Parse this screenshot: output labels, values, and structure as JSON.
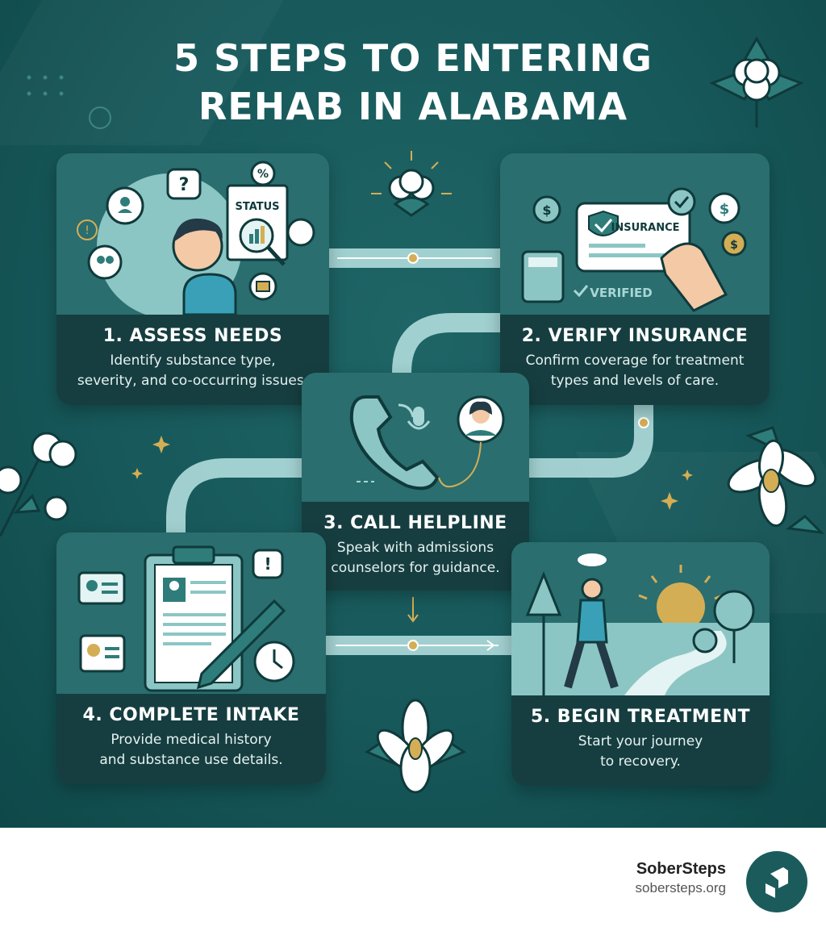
{
  "title": {
    "line1": "5 STEPS TO ENTERING",
    "line2": "REHAB IN ALABAMA"
  },
  "steps": [
    {
      "title": "1. ASSESS NEEDS",
      "description": "Identify substance type,\nseverity, and co-occurring issues.",
      "icon": "person-thinking-icon",
      "illustration_text": "STATUS"
    },
    {
      "title": "2. VERIFY INSURANCE",
      "description": "Confirm coverage for treatment\ntypes and levels of care.",
      "icon": "insurance-card-icon",
      "illustration_text": "INSURANCE",
      "verified_text": "VERIFIED"
    },
    {
      "title": "3. CALL HELPLINE",
      "description": "Speak with admissions\ncounselors for guidance.",
      "icon": "phone-icon"
    },
    {
      "title": "4. COMPLETE INTAKE",
      "description": "Provide medical history\nand substance use details.",
      "icon": "clipboard-icon"
    },
    {
      "title": "5. BEGIN TREATMENT",
      "description": "Start your journey\nto recovery.",
      "icon": "walking-person-icon"
    }
  ],
  "brand": {
    "name": "SoberSteps",
    "url": "sobersteps.org"
  },
  "colors": {
    "background": "#17585a",
    "card": "#2a6e6f",
    "caption": "#163e40",
    "path": "#a9d6d6",
    "accent_gold": "#d4ae55"
  }
}
